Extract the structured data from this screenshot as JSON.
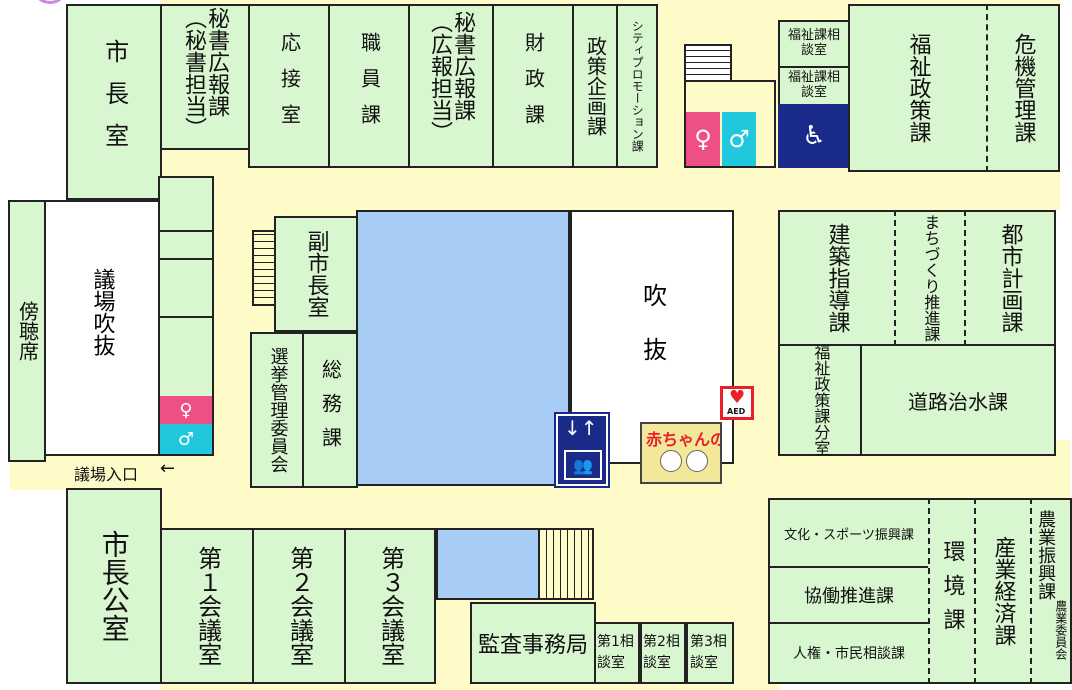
{
  "rooms": {
    "mayor_office": "市長室",
    "secretary_a": "秘書広報課（秘書担当）",
    "reception": "応接室",
    "personnel": "職員課",
    "secretary_b": "秘書広報課（広報担当）",
    "finance": "財政課",
    "policy_planning": "政策企画課",
    "city_promotion": "シティプロモーション課",
    "welfare_consult_1": "福祉課相談室",
    "welfare_consult_2": "福祉課相談室",
    "welfare_policy": "福祉政策課",
    "crisis_management": "危機管理課",
    "gallery": "傍聴席",
    "assembly_atrium": "議場吹抜",
    "deputy_mayor": "副市長室",
    "election_committee": "選挙管理委員会",
    "general_affairs": "総務課",
    "atrium": "吹抜",
    "building_guidance": "建築指導課",
    "machizukuri": "まちづくり推進課",
    "urban_planning": "都市計画課",
    "welfare_branch": "福祉政策課分室",
    "roads_flood": "道路治水課",
    "mayor_public_office": "市長公室",
    "meeting_1": "第１会議室",
    "meeting_2": "第２会議室",
    "meeting_3": "第３会議室",
    "audit": "監査事務局",
    "consult_1": "第1相談室",
    "consult_2": "第2相談室",
    "consult_3": "第3相談室",
    "culture_sports": "文化・スポーツ振興課",
    "collaboration": "協働推進課",
    "human_rights": "人権・市民相談課",
    "environment": "環境課",
    "industry_economy": "産業経済課",
    "agri_promotion": "農業振興課",
    "agri_committee": "農業委員会"
  },
  "labels": {
    "assembly_entrance": "議場入口",
    "entrance_arrow": "←",
    "aed": "AED",
    "baby_station": "赤ちゃんの駅",
    "elevator_arrows": "↓↑"
  },
  "colors": {
    "room": "#d8f6cf",
    "corridor": "#fffbc8",
    "atrium_void": "#a8cdf5",
    "restroom_female": "#ee4f87",
    "restroom_male": "#21c7dc",
    "accessible": "#1a2a88",
    "aed": "#e8202a"
  }
}
